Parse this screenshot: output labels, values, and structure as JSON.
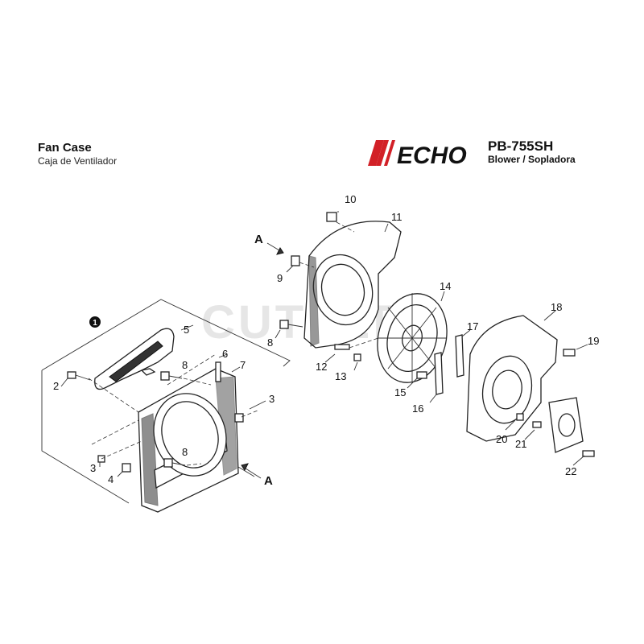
{
  "header": {
    "title": "Fan Case",
    "subtitle": "Caja de Ventilador",
    "brand": "ECHO",
    "model": "PB-755SH",
    "model_subtitle": "Blower / Sopladora"
  },
  "watermark": "CUTTERS",
  "diagram": {
    "callout_1": "1",
    "ref_a_top": "A",
    "ref_a_bottom": "A",
    "labels": {
      "p2": "2",
      "p3a": "3",
      "p3b": "3",
      "p4": "4",
      "p5": "5",
      "p6": "6",
      "p7": "7",
      "p8a": "8",
      "p8b": "8",
      "p8c": "8",
      "p9": "9",
      "p10": "10",
      "p11": "11",
      "p12": "12",
      "p13": "13",
      "p14": "14",
      "p15": "15",
      "p16": "16",
      "p17": "17",
      "p18": "18",
      "p19": "19",
      "p20": "20",
      "p21": "21",
      "p22": "22"
    }
  },
  "colors": {
    "brand_red": "#d22027",
    "ink": "#222222",
    "watermark": "#e6e6e6"
  }
}
